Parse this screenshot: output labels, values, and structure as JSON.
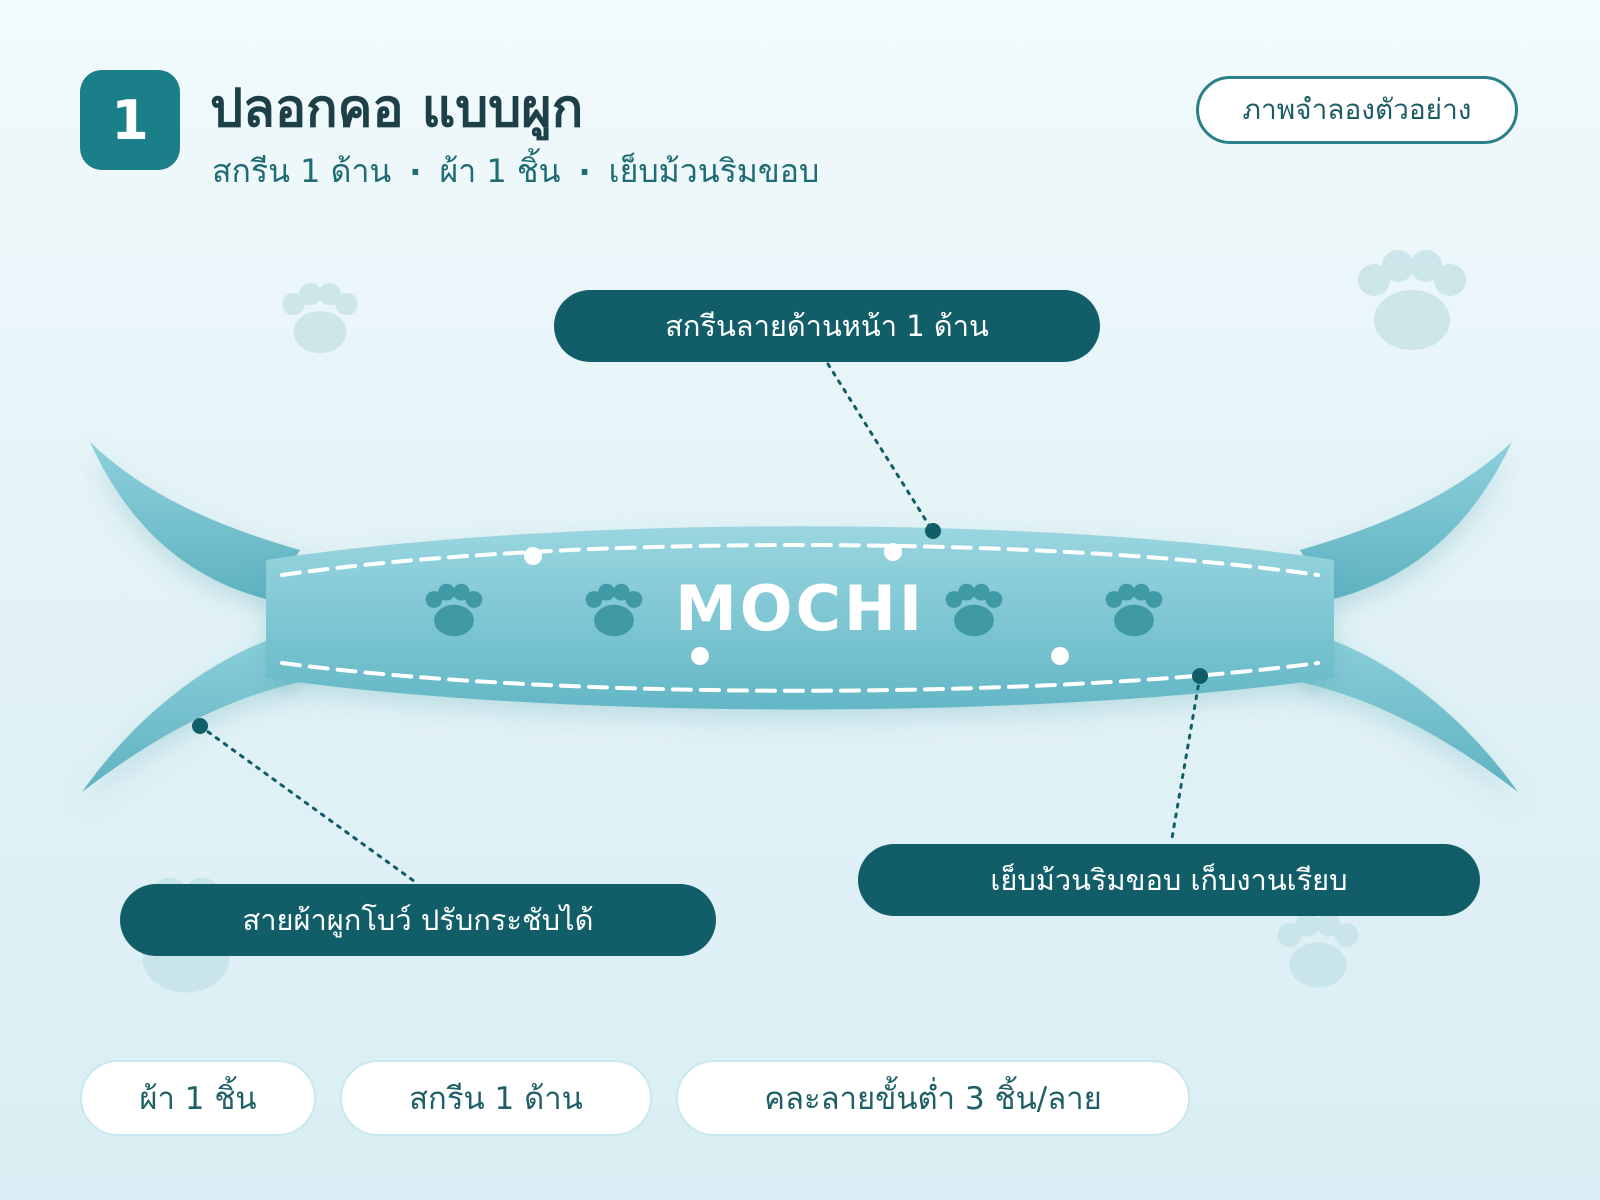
{
  "header": {
    "badge_number": "1",
    "title": "ปลอกคอ แบบผูก",
    "subtitle_parts": [
      "สกรีน 1 ด้าน",
      "ผ้า 1 ชิ้น",
      "เย็บม้วนริมขอบ"
    ],
    "separator": "·",
    "preview_label": "ภาพจำลองตัวอย่าง"
  },
  "product": {
    "name_text": "MOCHI"
  },
  "callouts": {
    "front_print": "สกรีนลายด้านหน้า 1 ด้าน",
    "hem": "เย็บม้วนริมขอบ เก็บงานเรียบ",
    "ties": "สายผ้าผูกโบว์ ปรับกระชับได้"
  },
  "chips": {
    "fabric": "ผ้า 1 ชิ้น",
    "print": "สกรีน 1 ด้าน",
    "mix": "คละลายขั้นต่ำ 3 ชิ้น/ลาย"
  },
  "colors": {
    "brand": "#1b7f89",
    "dark": "#115e69",
    "collar": "#7cc6d3",
    "paw": "#3f9aa6"
  }
}
